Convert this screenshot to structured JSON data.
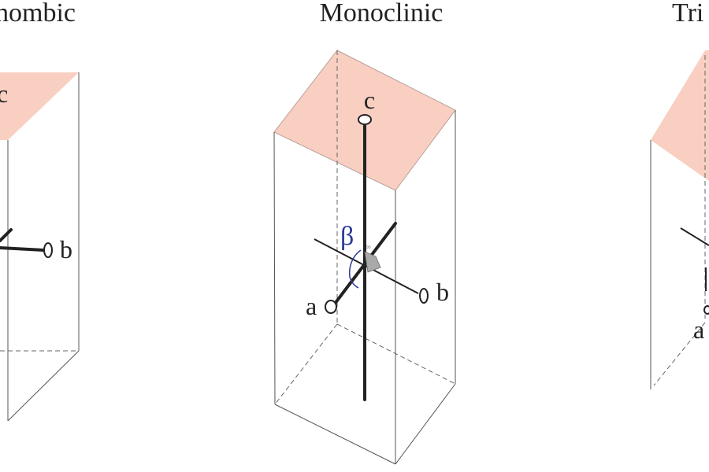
{
  "panels": {
    "left": {
      "title_fragment": "hombic",
      "c_label": "c",
      "b_label": "b"
    },
    "middle": {
      "title": "Monoclinic",
      "c_label": "c",
      "a_label": "a",
      "b_label": "b",
      "angle_label": "β",
      "right_angle_mark_label": "90"
    },
    "right": {
      "title_fragment": "Tri",
      "a_label": "a"
    }
  },
  "colors": {
    "top_face_fill": "#f8cfc1",
    "beta_color": "#2a3a9a",
    "c_label_color": "#8a5a52",
    "right_angle_fill": "#a9a9a9"
  }
}
